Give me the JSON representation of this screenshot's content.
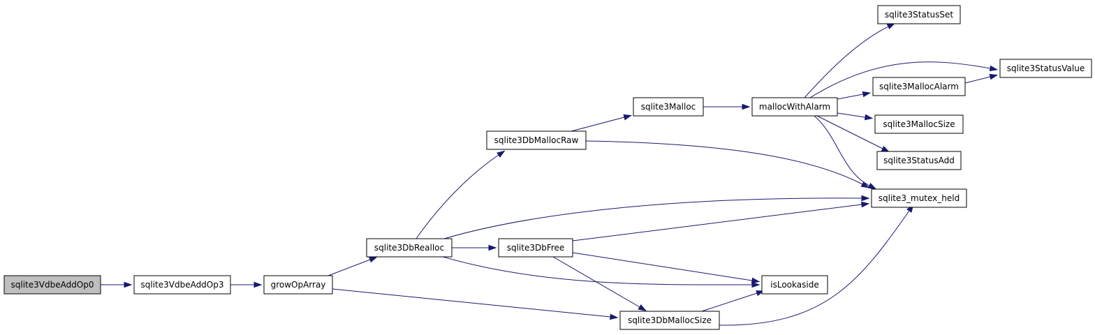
{
  "colors": {
    "node_fill": "#ffffff",
    "root_fill": "#bfbfbf",
    "border": "#000000",
    "edge": "#191970"
  },
  "nodes": [
    {
      "id": "sqlite3VdbeAddOp0",
      "label": "sqlite3VdbeAddOp0",
      "root": true
    },
    {
      "id": "sqlite3VdbeAddOp3",
      "label": "sqlite3VdbeAddOp3"
    },
    {
      "id": "growOpArray",
      "label": "growOpArray"
    },
    {
      "id": "sqlite3DbRealloc",
      "label": "sqlite3DbRealloc"
    },
    {
      "id": "sqlite3DbMallocRaw",
      "label": "sqlite3DbMallocRaw"
    },
    {
      "id": "sqlite3DbFree",
      "label": "sqlite3DbFree"
    },
    {
      "id": "sqlite3DbMallocSize",
      "label": "sqlite3DbMallocSize"
    },
    {
      "id": "sqlite3Malloc",
      "label": "sqlite3Malloc"
    },
    {
      "id": "mallocWithAlarm",
      "label": "mallocWithAlarm"
    },
    {
      "id": "sqlite3StatusSet",
      "label": "sqlite3StatusSet"
    },
    {
      "id": "sqlite3StatusValue",
      "label": "sqlite3StatusValue"
    },
    {
      "id": "sqlite3MallocAlarm",
      "label": "sqlite3MallocAlarm"
    },
    {
      "id": "sqlite3MallocSize",
      "label": "sqlite3MallocSize"
    },
    {
      "id": "sqlite3StatusAdd",
      "label": "sqlite3StatusAdd"
    },
    {
      "id": "sqlite3_mutex_held",
      "label": "sqlite3_mutex_held"
    },
    {
      "id": "isLookaside",
      "label": "isLookaside"
    }
  ],
  "edges": [
    {
      "from": "sqlite3VdbeAddOp0",
      "to": "sqlite3VdbeAddOp3"
    },
    {
      "from": "sqlite3VdbeAddOp3",
      "to": "growOpArray"
    },
    {
      "from": "growOpArray",
      "to": "sqlite3DbRealloc"
    },
    {
      "from": "growOpArray",
      "to": "sqlite3DbMallocSize"
    },
    {
      "from": "sqlite3DbRealloc",
      "to": "sqlite3DbMallocRaw"
    },
    {
      "from": "sqlite3DbRealloc",
      "to": "sqlite3DbFree"
    },
    {
      "from": "sqlite3DbRealloc",
      "to": "sqlite3_mutex_held"
    },
    {
      "from": "sqlite3DbRealloc",
      "to": "isLookaside"
    },
    {
      "from": "sqlite3DbMallocRaw",
      "to": "sqlite3Malloc"
    },
    {
      "from": "sqlite3DbMallocRaw",
      "to": "sqlite3_mutex_held"
    },
    {
      "from": "sqlite3Malloc",
      "to": "mallocWithAlarm"
    },
    {
      "from": "mallocWithAlarm",
      "to": "sqlite3StatusSet"
    },
    {
      "from": "mallocWithAlarm",
      "to": "sqlite3StatusValue"
    },
    {
      "from": "mallocWithAlarm",
      "to": "sqlite3MallocAlarm"
    },
    {
      "from": "mallocWithAlarm",
      "to": "sqlite3MallocSize"
    },
    {
      "from": "mallocWithAlarm",
      "to": "sqlite3StatusAdd"
    },
    {
      "from": "mallocWithAlarm",
      "to": "sqlite3_mutex_held"
    },
    {
      "from": "sqlite3MallocAlarm",
      "to": "sqlite3StatusValue"
    },
    {
      "from": "sqlite3DbFree",
      "to": "sqlite3_mutex_held"
    },
    {
      "from": "sqlite3DbFree",
      "to": "isLookaside"
    },
    {
      "from": "sqlite3DbFree",
      "to": "sqlite3DbMallocSize"
    },
    {
      "from": "sqlite3DbMallocSize",
      "to": "isLookaside"
    },
    {
      "from": "sqlite3DbMallocSize",
      "to": "sqlite3_mutex_held"
    }
  ]
}
